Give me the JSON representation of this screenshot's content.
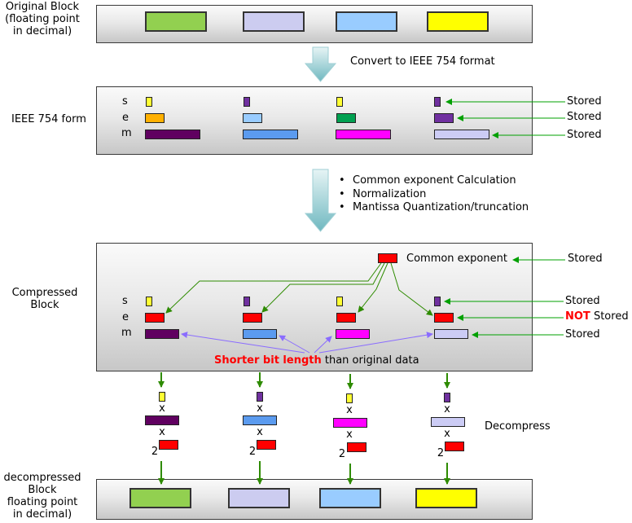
{
  "labels": {
    "original_block": "Original Block\n(floating point\nin decimal)",
    "ieee_form": "IEEE 754 form",
    "compressed_block": "Compressed\nBlock",
    "decompressed_block": "decompressed\nBlock\nfloating point\nin decimal)",
    "convert": "Convert to IEEE 754 format",
    "steps": [
      "Common exponent Calculation",
      "Normalization",
      "Mantissa Quantization/truncation"
    ],
    "common_exponent": "Common exponent",
    "decompress": "Decompress",
    "s": "s",
    "e": "e",
    "m": "m",
    "stored": "Stored",
    "not": "NOT",
    "shorter_bold": "Shorter bit length",
    "shorter_rest": " than original data",
    "times": "x",
    "two": "2"
  },
  "colors": {
    "values": [
      "#92d050",
      "#ccccf0",
      "#99ccff",
      "#ffff00"
    ],
    "sign": [
      "#ffff33",
      "#7030a0",
      "#ffff33",
      "#7030a0"
    ],
    "exponent": [
      "#ffb000",
      "#99ccff",
      "#00a050",
      "#7030a0"
    ],
    "mantissa": [
      "#600060",
      "#5b9bef",
      "#ff00ff",
      "#ccccf5"
    ],
    "common_exponent": "#ff0000",
    "stored_arrow": "#00a000",
    "green_line": "#2e8b00",
    "purple_line": "#8a6cff",
    "highlight_red": "#ff0000"
  }
}
